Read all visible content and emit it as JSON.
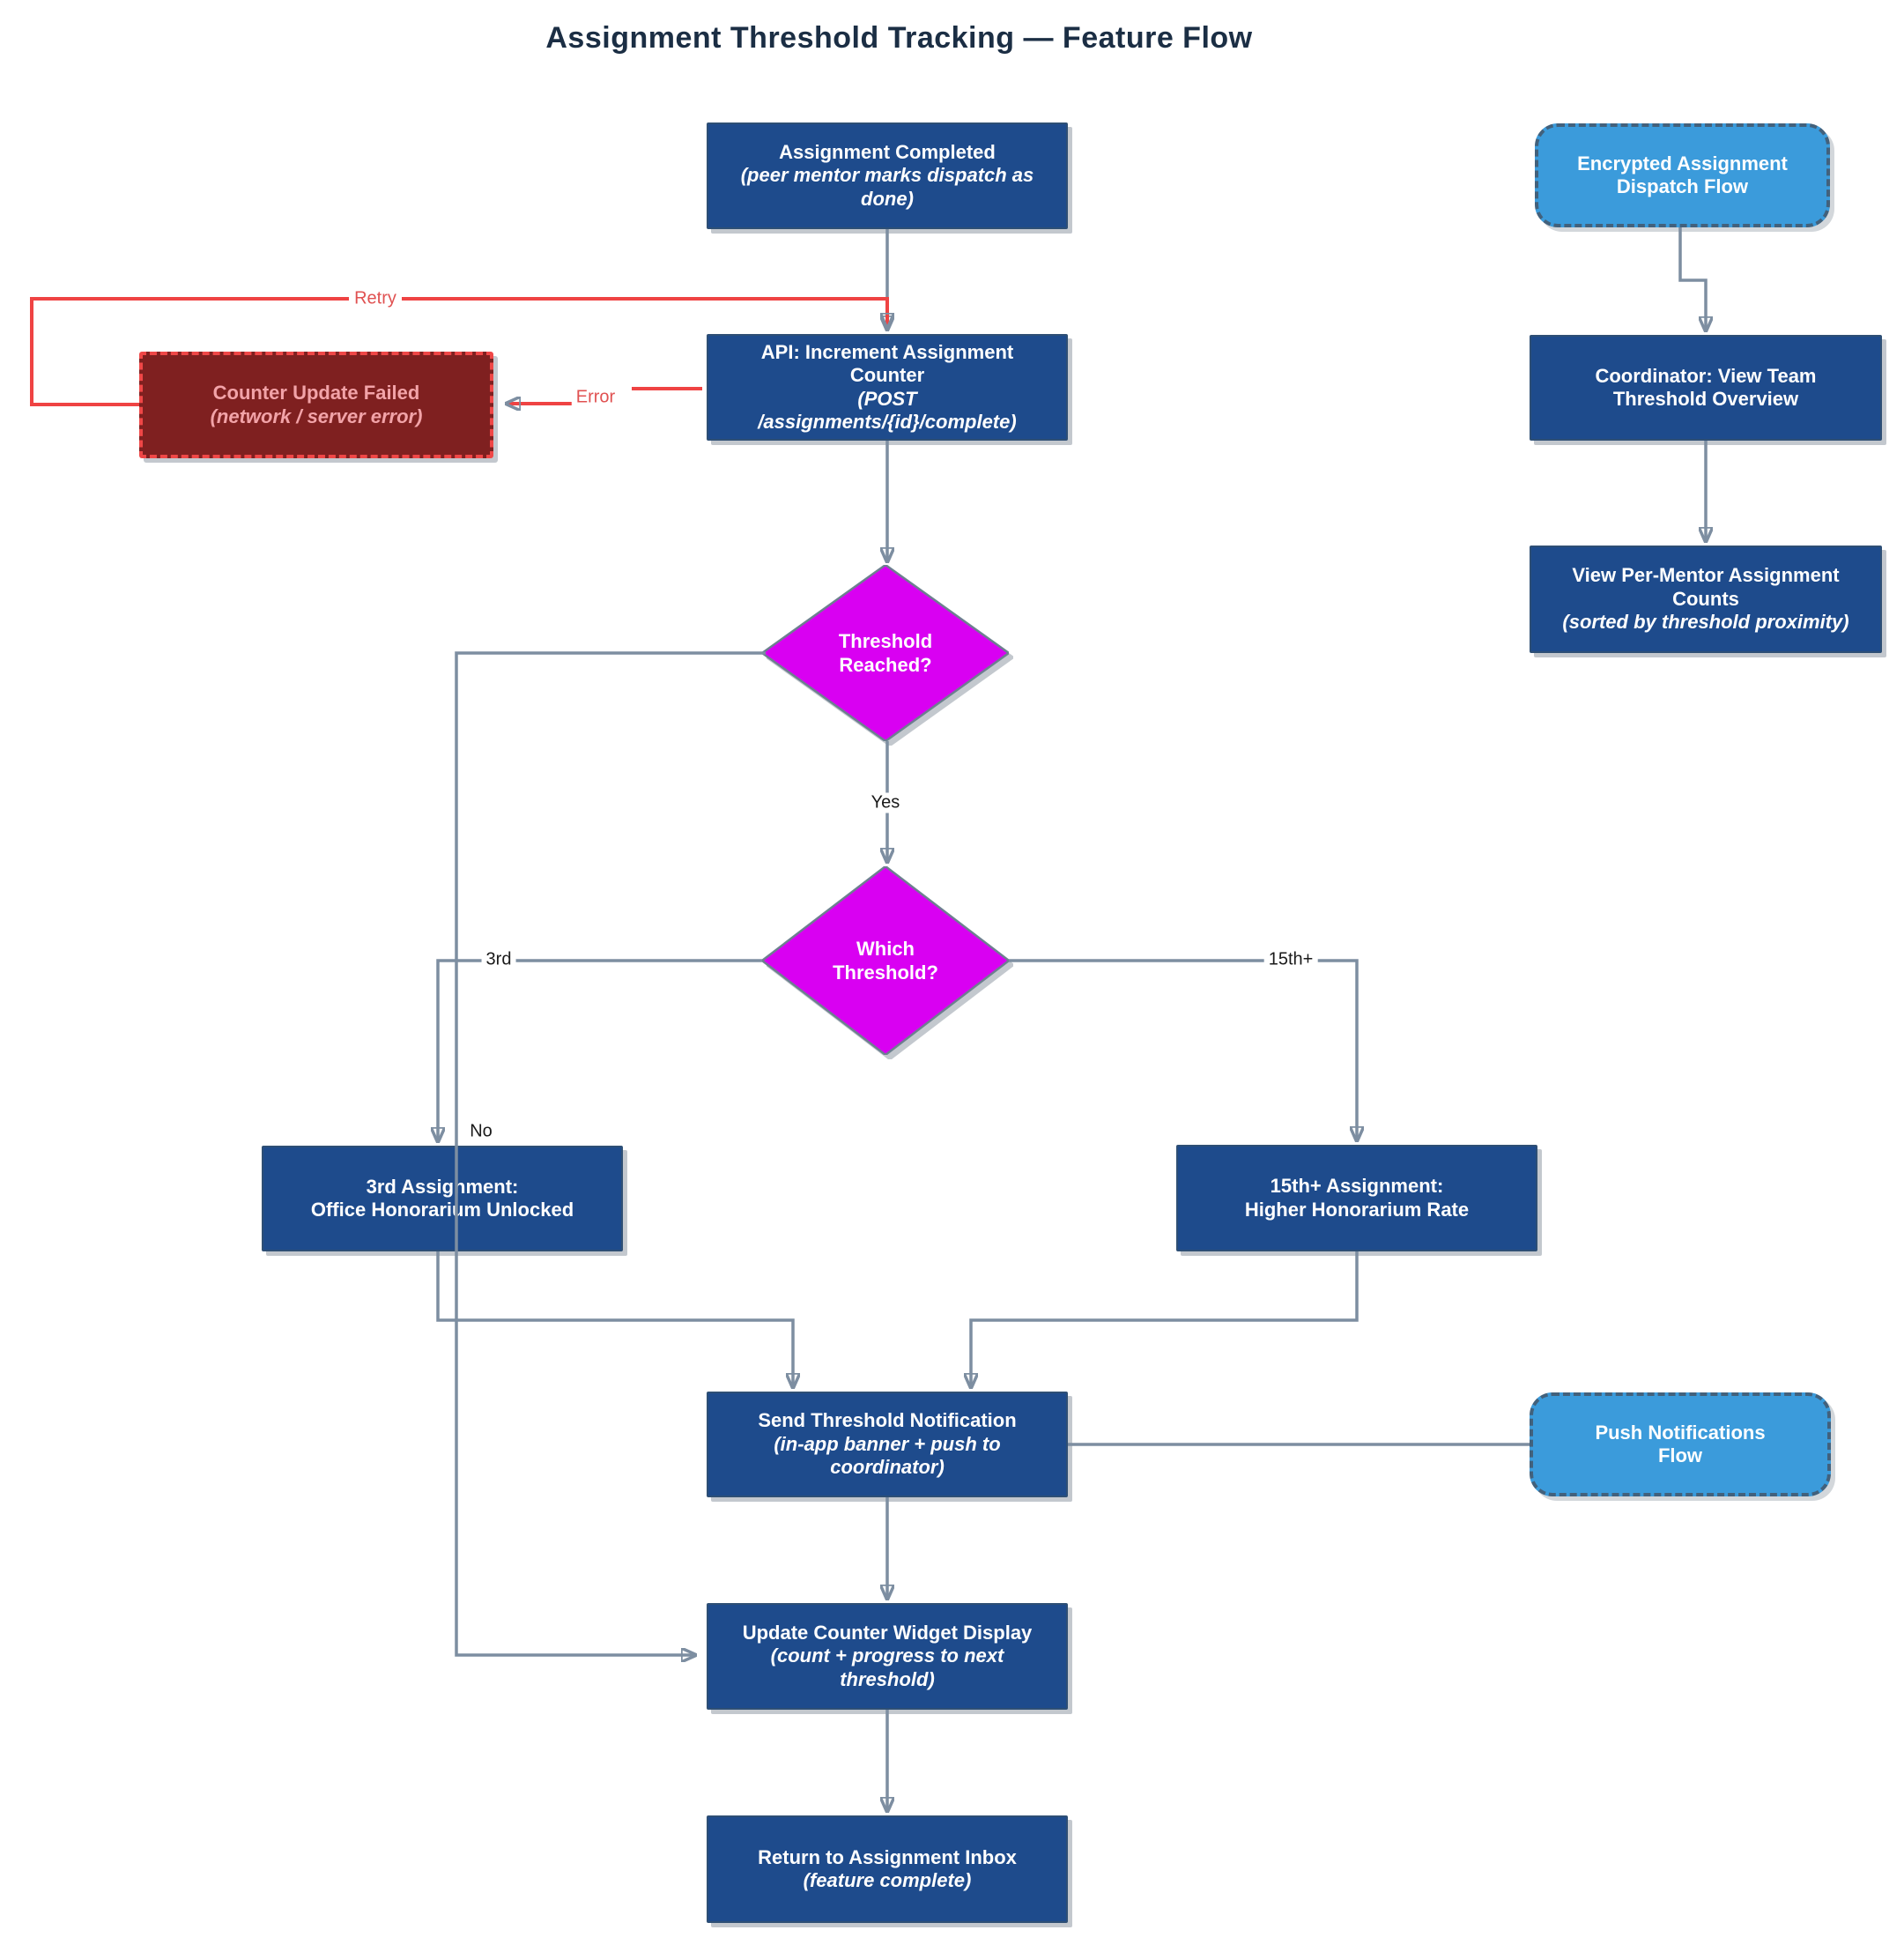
{
  "title": "Assignment Threshold Tracking — Feature Flow",
  "nodes": {
    "assignment_completed": {
      "label": "Assignment Completed",
      "sub": "(peer mentor marks dispatch as\ndone)"
    },
    "api_increment": {
      "label": "API: Increment Assignment\nCounter",
      "sub": "(POST\n/assignments/{id}/complete)"
    },
    "counter_update_failed": {
      "label": "Counter Update Failed",
      "sub": "(network / server error)"
    },
    "threshold_reached": {
      "label": "Threshold\nReached?"
    },
    "which_threshold": {
      "label": "Which\nThreshold?"
    },
    "third_assignment": {
      "label": "3rd Assignment:\nOffice Honorarium Unlocked"
    },
    "fifteenth_assignment": {
      "label": "15th+ Assignment:\nHigher Honorarium Rate"
    },
    "send_notification": {
      "label": "Send Threshold Notification",
      "sub": "(in-app banner + push to\ncoordinator)"
    },
    "update_counter_widget": {
      "label": "Update Counter Widget Display",
      "sub": "(count + progress to next\nthreshold)"
    },
    "return_to_inbox": {
      "label": "Return to Assignment Inbox",
      "sub": "(feature complete)"
    },
    "encrypted_dispatch_flow": {
      "label": "Encrypted Assignment\nDispatch Flow"
    },
    "coordinator_overview": {
      "label": "Coordinator: View Team\nThreshold Overview"
    },
    "per_mentor_counts": {
      "label": "View Per-Mentor Assignment\nCounts",
      "sub": "(sorted by threshold proximity)"
    },
    "push_notifications_flow": {
      "label": "Push Notifications\nFlow"
    }
  },
  "edge_labels": {
    "retry": "Retry",
    "error": "Error",
    "yes": "Yes",
    "no": "No",
    "third": "3rd",
    "fifteenth": "15th+"
  },
  "colors": {
    "process_fill": "#1e4b8c",
    "decision_fill": "#d900f2",
    "subflow_fill": "#3b9bdb",
    "error_fill": "#7f2020",
    "error_border": "#ef4747",
    "edge": "#7d8ea1",
    "error_edge": "#ef4343",
    "title_text": "#1b2e44",
    "node_text": "#ffffff",
    "error_text": "#f2a3a8"
  }
}
